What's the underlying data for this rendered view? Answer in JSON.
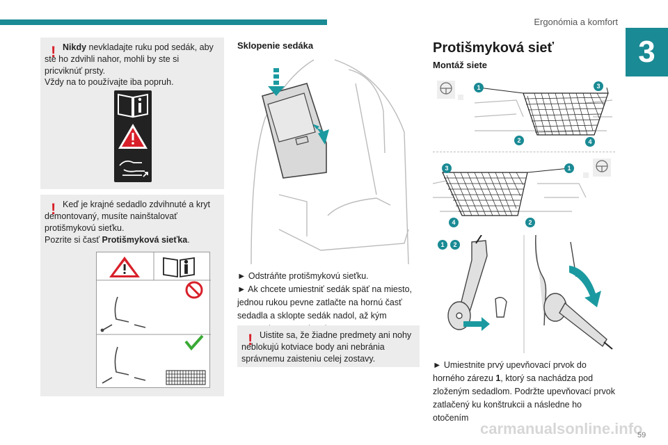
{
  "header": {
    "title": "Ergonómia a komfort",
    "chapter_number": "3"
  },
  "left_column": {
    "warning1": {
      "bold": "Nikdy",
      "text": " nevkladajte ruku pod sedák, aby ste ho zdvihli nahor, mohli by ste si pricviknúť prsty.",
      "text2": "Vždy na to používajte iba popruh."
    },
    "warning2": {
      "text": "Keď je krajné sedadlo zdvihnuté a kryt demontovaný, musíte nainštalovať protišmykovú sieťku.",
      "text2_prefix": "Pozrite si časť ",
      "text2_bold": "Protišmyková sieťka",
      "text2_suffix": "."
    }
  },
  "middle_column": {
    "heading": "Sklopenie sedáka",
    "step1": "► Odstráňte protišmykovú sieťku.",
    "step2": "► Ak chcete umiestniť sedák späť na miesto, jednou rukou pevne zatlačte na hornú časť sedadla a sklopte sedák nadol, až kým nezapadne na svoje miesto.",
    "warning3": "Uistite sa, že žiadne predmety ani nohy neblokujú kotviace body ani nebránia správnemu zaisteniu celej zostavy."
  },
  "right_column": {
    "title": "Protišmyková sieť",
    "subheading": "Montáž siete",
    "callouts_top": [
      "1",
      "3",
      "2",
      "4"
    ],
    "callouts_mid": [
      "3",
      "1",
      "4",
      "2"
    ],
    "callouts_bottom": [
      "1",
      "2"
    ],
    "step1_prefix": "► Umiestnite prvý upevňovací prvok do horného zárezu ",
    "step1_bold": "1",
    "step1_suffix": ", ktorý sa nachádza pod zloženým sedadlom. Podržte upevňovací prvok zatlačený ku konštrukcii a následne ho otočením"
  },
  "footer": {
    "page_number": "59",
    "watermark": "carmanualsonline.info"
  },
  "colors": {
    "accent": "#1a8a94",
    "warning": "#d8202a",
    "box": "#ececec",
    "callout": "#1a8a94",
    "arrow": "#1a9aa0"
  },
  "icons": [
    "warning-exclamation-icon",
    "manual-info-icon",
    "hazard-triangle-icon",
    "hand-pinch-icon",
    "prohibited-icon",
    "check-icon"
  ]
}
